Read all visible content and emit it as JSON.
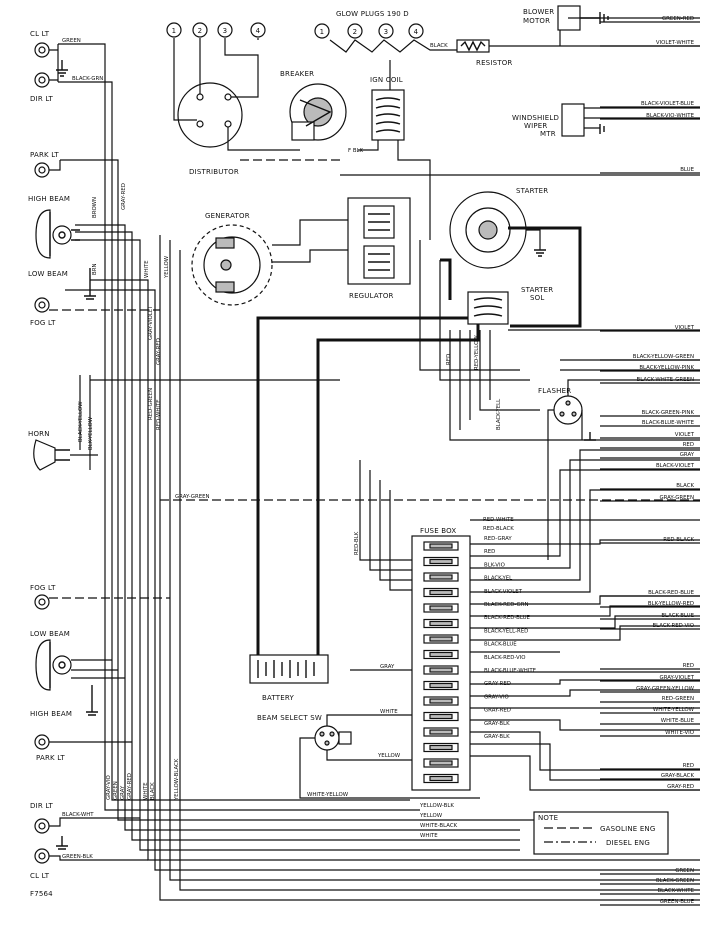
{
  "labels": {
    "cl_lt_top": "CL LT",
    "dir_lt_top": "DIR LT",
    "park_lt_top": "PARK LT",
    "high_beam_top": "HIGH BEAM",
    "low_beam_top": "LOW BEAM",
    "fog_lt_top": "FOG LT",
    "horn": "HORN",
    "fog_lt_bottom": "FOG LT",
    "low_beam_bottom": "LOW BEAM",
    "high_beam_bottom": "HIGH BEAM",
    "park_lt_bottom": "PARK LT",
    "dir_lt_bottom": "DIR LT",
    "cl_lt_bottom": "CL LT",
    "figure_code": "F7564",
    "distributor": "DISTRIBUTOR",
    "breaker": "BREAKER",
    "ign_coil": "IGN COIL",
    "glow_plugs": "GLOW PLUGS 190 D",
    "resistor": "RESISTOR",
    "blower_motor_1": "BLOWER",
    "blower_motor_2": "MOTOR",
    "windshield_1": "WINDSHIELD",
    "windshield_2": "WIPER",
    "windshield_3": "MTR",
    "generator": "GENERATOR",
    "regulator": "REGULATOR",
    "starter": "STARTER",
    "starter_sol_1": "STARTER",
    "starter_sol_2": "SOL",
    "flasher": "FLASHER",
    "fuse_box": "FUSE BOX",
    "battery": "BATTERY",
    "beam_select": "BEAM SELECT SW",
    "note_title": "NOTE",
    "note_gasoline": "GASOLINE ENG",
    "note_diesel": "DIESEL ENG"
  },
  "dist_numbers": [
    "1",
    "2",
    "3",
    "4"
  ],
  "glow_numbers": [
    "1",
    "2",
    "3",
    "4"
  ],
  "wires": {
    "left_green_top": "GREEN",
    "left_black_grn": "BLACK-GRN",
    "left_brown": "BROWN",
    "left_gray_red": "GRAY-RED",
    "left_white": "WHITE",
    "left_yellow": "YELLOW",
    "left_brn": "BRN",
    "gray_violet_v": "GRAY-VIOLET",
    "gray_red_v": "GRAY-RED",
    "red_green_v": "RED-GREEN",
    "red_white_v": "RED-WHITE",
    "black_yellow_v": "BLACK-YELLOW",
    "blk_yellow_v": "BLK-YELLOW",
    "gray_green_h": "GRAY-GREEN",
    "black_glow": "BLACK",
    "f_blk_coil": "F BLK",
    "red_blk_v": "RED-BLK",
    "red_v": "RED",
    "red_yellow_v": "RED-YELLOW",
    "black_yell_v": "BLACK-YELL",
    "red_white_fb": "RED-WHITE",
    "red_black_fb": "RED-BLACK",
    "red_fb": "RED",
    "bottom_gray_vio": "GRAY-VIO",
    "bottom_green": "GREEN",
    "bottom_gray": "GRAY",
    "bottom_gray_red": "GRAY-RED",
    "bottom_white": "WHITE",
    "bottom_black": "BLACK",
    "bottom_yellow_blk": "YELLOW-BLACK",
    "white_yellow": "WHITE-YELLOW",
    "bs_white": "WHITE",
    "bs_yellow": "YELLOW",
    "bl_yellow_blk": "YELLOW-BLK",
    "bl_yellow": "YELLOW",
    "bl_white_black": "WHITE-BLACK",
    "bl_white": "WHITE",
    "dir_black_wht": "BLACK-WHT",
    "cl_green_blk": "GREEN-BLK",
    "gray_fuse": "GRAY"
  },
  "fuse_labels": [
    "RED-GRAY",
    "RED",
    "BLK-VIO",
    "BLACK-YEL",
    "BLACK-VIOLET",
    "BLACK-RED-GRN",
    "BLACK-RED-BLUE",
    "BLACK-YELL-RED",
    "BLACK-BLUE",
    "BLACK-RED-VIO",
    "BLACK-BLUE-WHITE",
    "GRAY-RED",
    "GRAY-VIO",
    "GRAY-RED",
    "GRAY-BLK",
    "GRAY-BLK"
  ],
  "right_labels": [
    "GREEN-RED",
    "VIOLET-WHITE",
    "BLACK-VIOLET-BLUE",
    "BLACK-VIO-WHITE",
    "BLUE",
    "VIOLET",
    "BLACK-YELLOW-GREEN",
    "BLACK-YELLOW-PINK",
    "BLACK-WHITE-GREEN",
    "BLACK-GREEN-PINK",
    "BLACK-BLUE-WHITE",
    "VIOLET",
    "RED",
    "GRAY",
    "BLACK-VIOLET",
    "BLACK",
    "GRAY-GREEN",
    "RED-BLACK",
    "BLACK-RED-BLUE",
    "BLK-YELLOW-RED",
    "BLACK-BLUE",
    "BLACK-RED-VIO",
    "RED",
    "GRAY-VIOLET",
    "GRAY-GREEN-YELLOW",
    "RED-GREEN",
    "WHITE-YELLOW",
    "WHITE-BLUE",
    "WHITE-VIO",
    "RED",
    "GRAY-BLACK",
    "GRAY-RED",
    "GREEN",
    "BLACK-GREEN",
    "BLACK-WHITE",
    "GREEN-BLUE"
  ]
}
